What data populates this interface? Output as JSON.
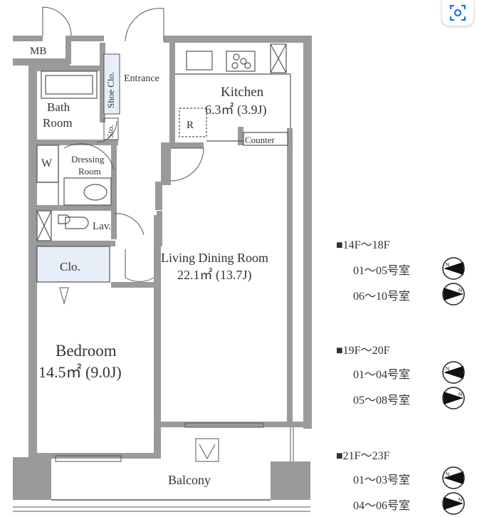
{
  "rooms": {
    "mb": "MB",
    "shoe_closet": "Shoe Clo.",
    "entrance": "Entrance",
    "kitchen_name": "Kitchen",
    "kitchen_area": "6.3㎡ (3.9J)",
    "bath_line1": "Bath",
    "bath_line2": "Room",
    "storage": "Sto.",
    "refrigerator": "R",
    "counter": "Counter",
    "washer": "W",
    "dressing_line1": "Dressing",
    "dressing_line2": "Room",
    "lavatory": "Lav.",
    "closet": "Clo.",
    "living_name": "Living Dining Room",
    "living_area": "22.1㎡ (13.7J)",
    "bedroom_name": "Bedroom",
    "bedroom_area": "14.5㎡ (9.0J)",
    "balcony": "Balcony"
  },
  "legend": [
    {
      "floors": "■14F〜18F",
      "rows": [
        {
          "label": "01〜05号室",
          "orientation": "left"
        },
        {
          "label": "06〜10号室",
          "orientation": "right"
        }
      ]
    },
    {
      "floors": "■19F〜20F",
      "rows": [
        {
          "label": "01〜04号室",
          "orientation": "left"
        },
        {
          "label": "05〜08号室",
          "orientation": "right"
        }
      ]
    },
    {
      "floors": "■21F〜23F",
      "rows": [
        {
          "label": "01〜03号室",
          "orientation": "left"
        },
        {
          "label": "04〜06号室",
          "orientation": "right"
        }
      ]
    }
  ],
  "colors": {
    "wall": "#9a9a9a",
    "closet_fill": "#e8eef8",
    "line": "#555555"
  },
  "icons": {
    "scan_button": "lens-scan-icon",
    "compass": "north-arrow-icon"
  }
}
